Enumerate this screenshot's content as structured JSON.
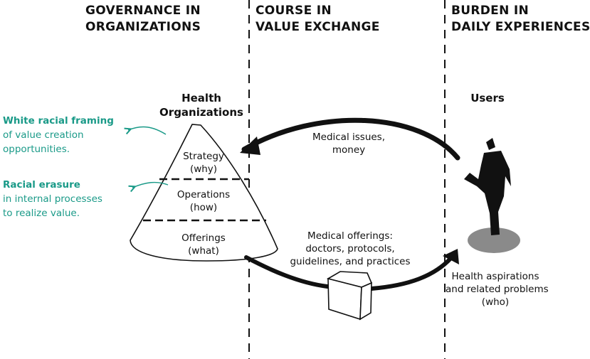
{
  "columns": [
    {
      "line1": "GOVERNANCE IN",
      "line2": "ORGANIZATIONS"
    },
    {
      "line1": "COURSE IN",
      "line2": "VALUE EXCHANGE"
    },
    {
      "line1": "BURDEN IN",
      "line2": "DAILY EXPERIENCES"
    }
  ],
  "org": {
    "title_line1": "Health",
    "title_line2": "Organizations",
    "layers": [
      {
        "name": "Strategy",
        "sub": "(why)"
      },
      {
        "name": "Operations",
        "sub": "(how)"
      },
      {
        "name": "Offerings",
        "sub": "(what)"
      }
    ]
  },
  "annotations": [
    {
      "title": "White racial framing",
      "line2": "of value creation",
      "line3": "opportunities."
    },
    {
      "title": "Racial erasure",
      "line2": "in internal processes",
      "line3": "to realize value."
    }
  ],
  "flows": {
    "top_line1": "Medical issues,",
    "top_line2": "money",
    "bottom_line1": "Medical offerings:",
    "bottom_line2": "doctors, protocols,",
    "bottom_line3": "guidelines, and practices"
  },
  "users": {
    "title": "Users",
    "caption_line1": "Health aspirations",
    "caption_line2": "and related problems",
    "caption_line3": "(who)"
  },
  "colors": {
    "accent": "#1a9a88",
    "ink": "#111111",
    "shadow": "#8a8a8a"
  }
}
